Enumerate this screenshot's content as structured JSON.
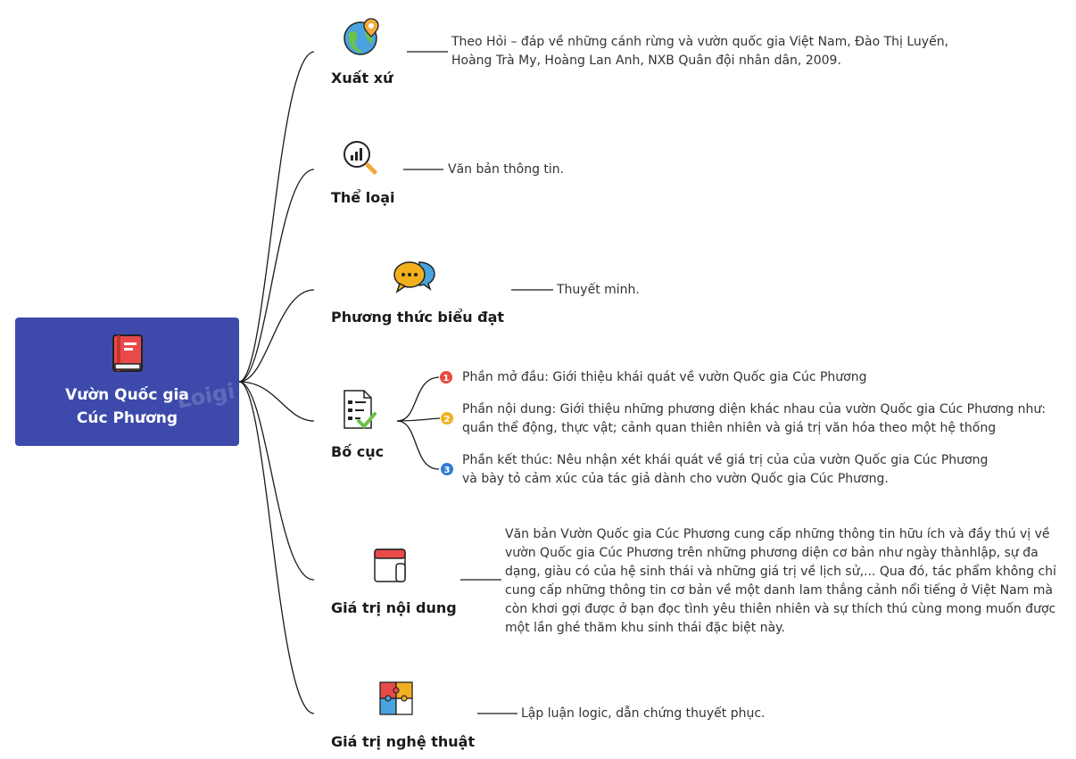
{
  "root": {
    "title": "Vườn Quốc gia\nCúc Phương",
    "icon": "book-icon",
    "color": "#3d4aab"
  },
  "watermark": "Loigi",
  "branches": [
    {
      "label": "Xuất xứ",
      "icon": "map-pin-globe-icon",
      "text": "Theo Hỏi – đáp về những cánh rừng và vườn quốc gia Việt Nam, Đào Thị Luyến, Hoàng Trà My, Hoàng Lan Anh, NXB Quân đội nhân dân, 2009."
    },
    {
      "label": "Thể loại",
      "icon": "magnifier-chart-icon",
      "text": "Văn bản thông tin."
    },
    {
      "label": "Phương thức biểu đạt",
      "icon": "chat-bubbles-icon",
      "text": "Thuyết minh."
    },
    {
      "label": "Bố cục",
      "icon": "checklist-icon",
      "items": [
        {
          "number": "1",
          "color": "#e84a3c",
          "text": "Phần mở đầu: Giới thiệu khái quát về vườn Quốc gia Cúc Phương"
        },
        {
          "number": "2",
          "color": "#f2b01e",
          "text": "Phần nội dung: Giới thiệu những phương diện khác nhau của vườn Quốc gia Cúc Phương như: quần thể động, thực vật; cảnh quan thiên nhiên và giá trị văn hóa theo một hệ thống"
        },
        {
          "number": "3",
          "color": "#2f7bd6",
          "text": "Phần kết thúc: Nêu nhận xét khái quát về giá trị của của vườn Quốc gia Cúc Phương và bày tỏ cảm xúc của tác giả dành cho vườn Quốc gia Cúc Phương."
        }
      ]
    },
    {
      "label": "Giá trị nội dung",
      "icon": "notebook-icon",
      "text": "Văn bản Vườn Quốc gia Cúc Phương cung cấp những thông tin hữu ích và đầy thú vị về vườn Quốc gia Cúc Phương trên những phương diện cơ bản như ngày thànhlập, sự đa dạng, giàu có của hệ sinh thái và những giá trị về lịch sử,... Qua đó, tác phẩm không chỉ cung cấp những thông tin cơ bản về một danh lam thắng cảnh nổi tiếng ở Việt Nam mà còn khơi gợi được ở bạn đọc tình yêu thiên nhiên và sự thích thú cùng mong muốn được một lần ghé thăm khu sinh thái đặc biệt này."
    },
    {
      "label": "Giá trị nghệ thuật",
      "icon": "puzzle-icon",
      "text": "Lập luận logic, dẫn chứng thuyết phục."
    }
  ]
}
